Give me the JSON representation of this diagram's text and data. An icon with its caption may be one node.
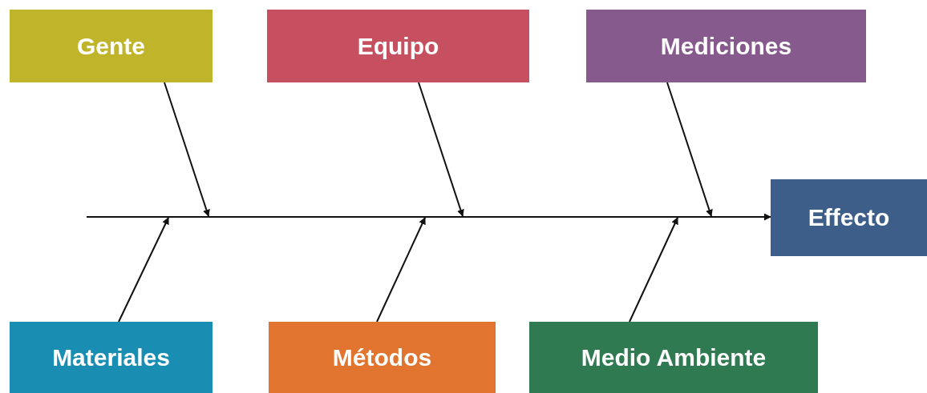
{
  "diagram": {
    "nodes": [
      {
        "text": [
          "Gente"
        ]
      },
      {
        "text": [
          "Equipo"
        ]
      },
      {
        "text": [
          "Mediciones"
        ]
      },
      {
        "text": [],
        "shape": "line"
      },
      {
        "text": [
          "Effecto"
        ]
      },
      {
        "text": [
          "Materiales"
        ]
      },
      {
        "text": [
          "Métodos"
        ]
      },
      {
        "text": [
          "Medio Ambiente"
        ]
      }
    ],
    "edges": [
      {
        "from": 0,
        "to": 3,
        "arrow": "to"
      },
      {
        "from": 1,
        "to": 3,
        "arrow": "to"
      },
      {
        "from": 2,
        "to": 3,
        "arrow": "to"
      },
      {
        "from": 3,
        "to": 4,
        "arrow": "to"
      },
      {
        "from": 5,
        "to": 3,
        "arrow": "to"
      },
      {
        "from": 6,
        "to": 3,
        "arrow": "to"
      },
      {
        "from": 7,
        "to": 3,
        "arrow": "to"
      }
    ]
  }
}
